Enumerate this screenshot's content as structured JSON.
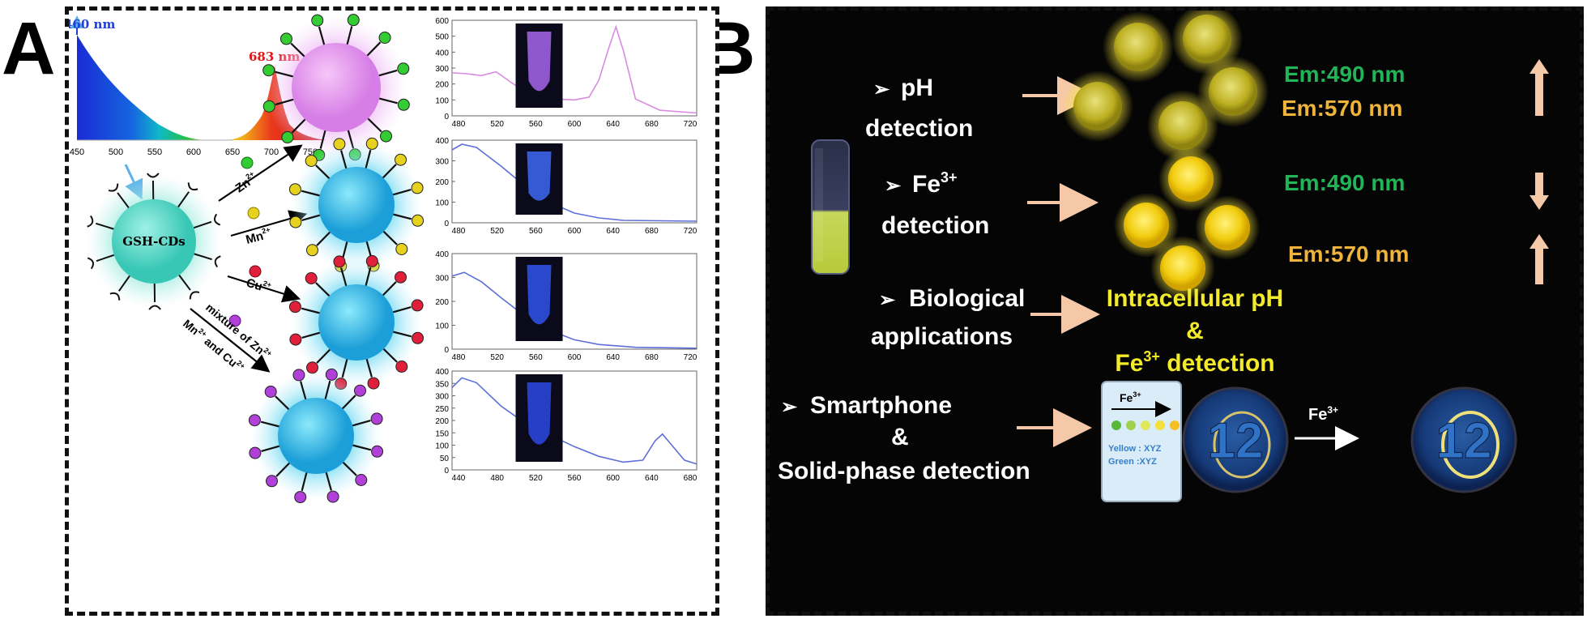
{
  "panel_a": {
    "letter": "A",
    "peak_blue": "460 nm",
    "peak_red": "683 nm",
    "spectrum_ticks": [
      "450",
      "500",
      "550",
      "600",
      "650",
      "700",
      "750"
    ],
    "center_label": "GSH-CDs",
    "arrow_labels": {
      "zn": "Zn",
      "mn": "Mn",
      "cu": "Cu",
      "mix_line1": "mixture of Zn",
      "mix_line2": "Mn",
      "mix_and": " and Cu",
      "sup": "2+"
    },
    "charts": [
      {
        "yticks": [
          "0",
          "100",
          "200",
          "300",
          "400",
          "500",
          "600"
        ],
        "xticks": [
          "480",
          "520",
          "560",
          "600",
          "640",
          "680",
          "720"
        ]
      },
      {
        "yticks": [
          "0",
          "100",
          "200",
          "300",
          "400"
        ],
        "xticks": [
          "480",
          "520",
          "560",
          "600",
          "640",
          "680",
          "720"
        ]
      },
      {
        "yticks": [
          "0",
          "100",
          "200",
          "300",
          "400"
        ],
        "xticks": [
          "480",
          "520",
          "560",
          "600",
          "640",
          "680",
          "720"
        ]
      },
      {
        "yticks": [
          "0",
          "50",
          "100",
          "150",
          "200",
          "250",
          "300",
          "350",
          "400"
        ],
        "xticks": [
          "440",
          "480",
          "520",
          "560",
          "600",
          "640",
          "680"
        ]
      }
    ],
    "colors": {
      "zn": "#33cc33",
      "mn": "#e6d21e",
      "cu": "#e0203a",
      "mix": "#b040d8",
      "core": "#39c6e8",
      "pink": "#e7a6f0",
      "curve_pink": "#d98be0",
      "curve_blue": "#5d6fd8"
    }
  },
  "panel_b": {
    "letter": "B",
    "ph_line1": "pH",
    "ph_line2": "detection",
    "fe_line1": "Fe",
    "fe_sup": "3+",
    "fe_line2": "detection",
    "bio_line1": "Biological",
    "bio_line2": "applications",
    "smart_line1": "Smartphone",
    "smart_line2": "&",
    "smart_line3": "Solid-phase detection",
    "bullet": "➢",
    "em490": "Em:490 nm",
    "em570": "Em:570 nm",
    "intra_line1": "Intracellular pH",
    "intra_line2": "&",
    "intra_line3_a": "Fe",
    "intra_line3_sup": "3+",
    "intra_line3_b": " detection",
    "phone_label": "Fe",
    "phone_sup": "3+",
    "phone_yellow": "Yellow : XYZ",
    "phone_green": "Green :XYZ",
    "fe_arrow_label": "Fe",
    "fe_arrow_sup": "3+",
    "digits": "12",
    "colors": {
      "green_text": "#22b557",
      "orange_text": "#f0b43a",
      "arrow": "#f5c9a8",
      "yellow_text": "#f2ea2a"
    }
  }
}
